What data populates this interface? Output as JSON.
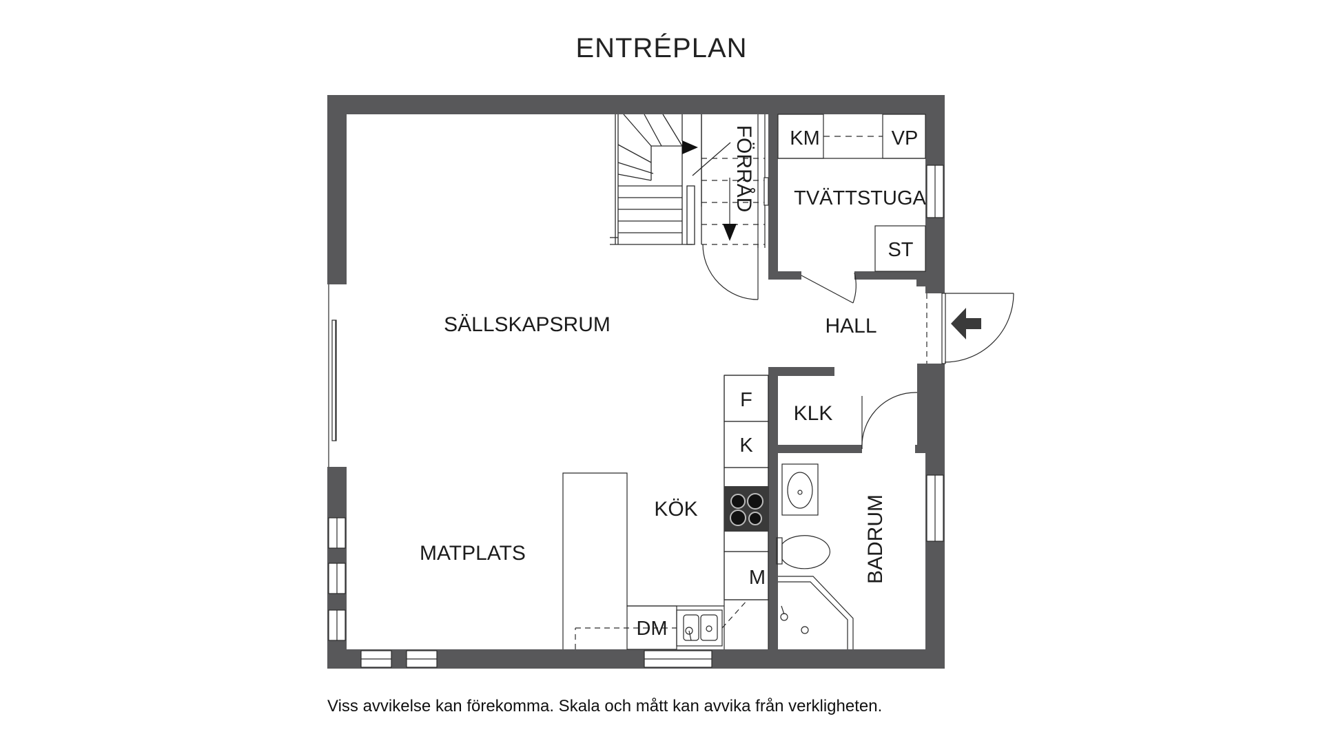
{
  "title": "ENTRÉPLAN",
  "rooms": {
    "sallskapsrum": "SÄLLSKAPSRUM",
    "matplats": "MATPLATS",
    "kok": "KÖK",
    "hall": "HALL",
    "klk": "KLK",
    "badrum": "BADRUM",
    "tvattstuga": "TVÄTTSTUGA",
    "forrad": "FÖRRÅD"
  },
  "fixtures": {
    "km": "KM",
    "vp": "VP",
    "st": "ST",
    "f": "F",
    "k": "K",
    "m": "M",
    "dm": "DM"
  },
  "colors": {
    "wall": "#58585a",
    "line": "#2a2a2a"
  },
  "disclaimer": "Viss avvikelse kan förekomma. Skala och mått kan avvika från verkligheten."
}
